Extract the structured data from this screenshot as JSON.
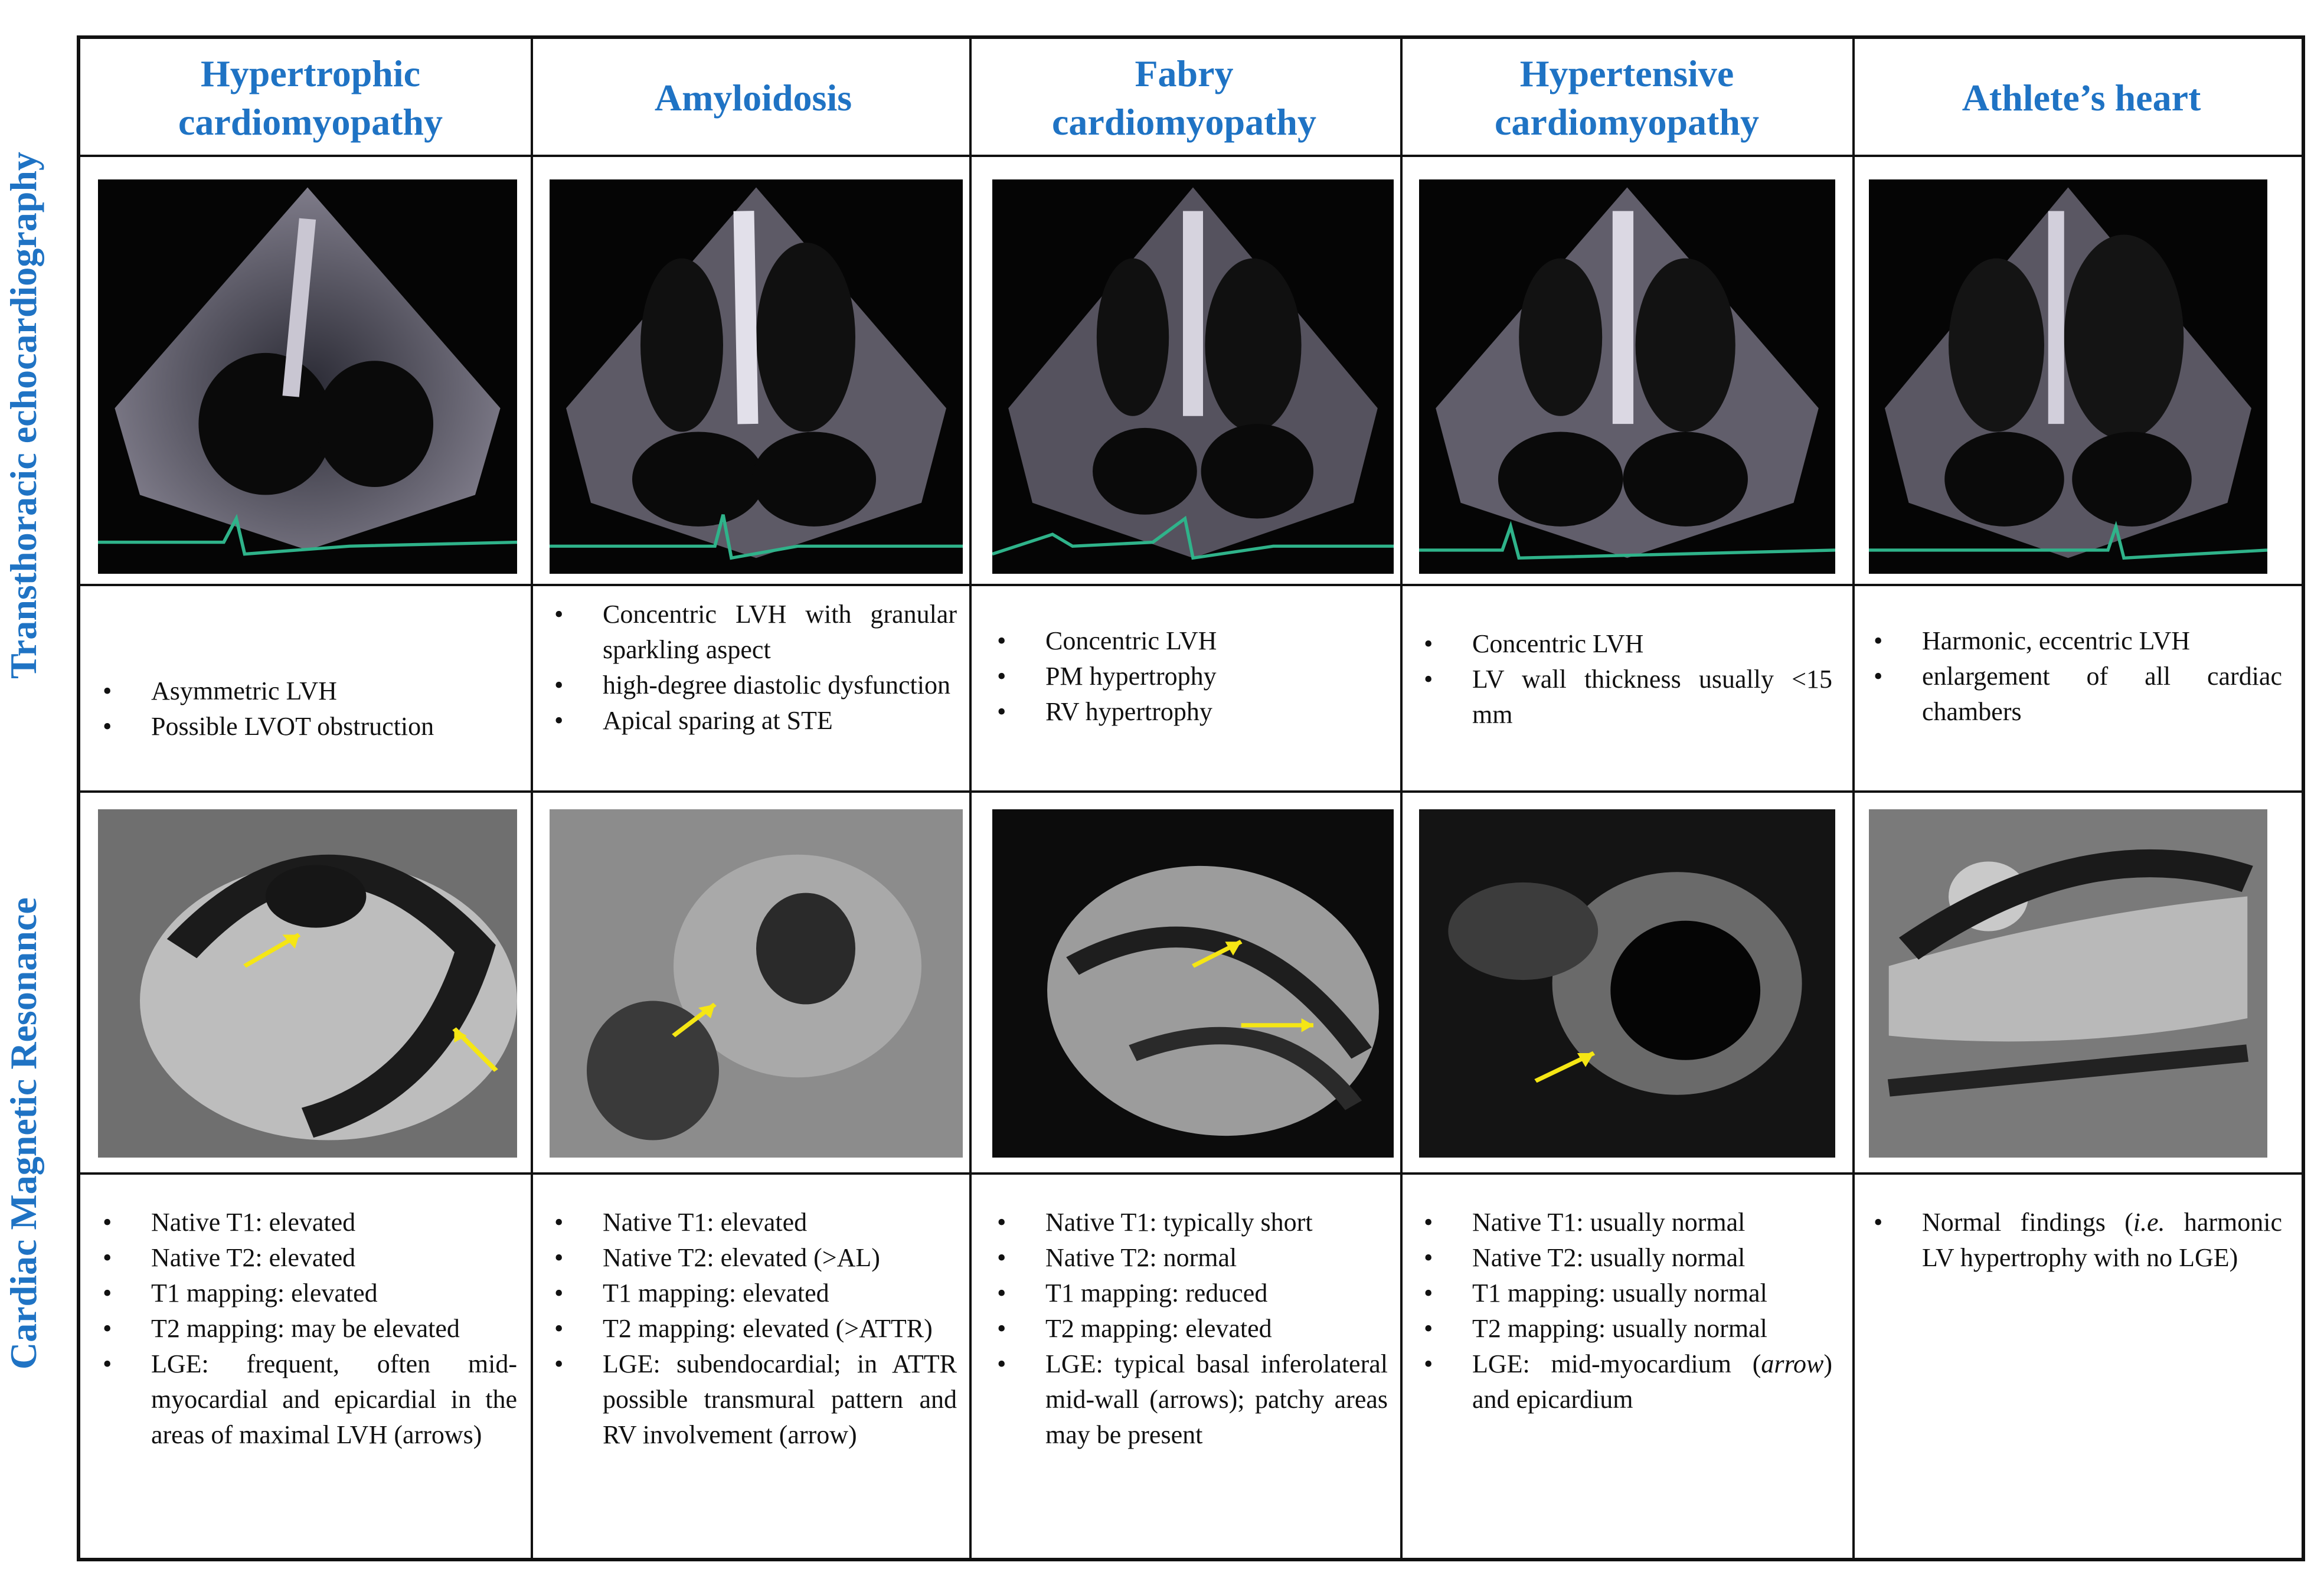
{
  "row_labels": {
    "echo": "Transthoracic echocardiography",
    "cmr": "Cardiac Magnetic Resonance"
  },
  "columns": [
    {
      "title": "Hypertrophic cardiomyopathy",
      "echo_findings": [
        "Asymmetric LVH",
        "Possible LVOT obstruction"
      ],
      "cmr_findings": [
        "Native T1: elevated",
        "Native T2: elevated",
        "T1 mapping: elevated",
        "T2 mapping: may be elevated",
        "LGE: frequent, often mid-myocardial and epicardial in the areas of maximal LVH (arrows)"
      ]
    },
    {
      "title": "Amyloidosis",
      "echo_findings": [
        "Concentric LVH with granular sparkling aspect",
        "high-degree diastolic dysfunction",
        "Apical sparing at STE"
      ],
      "cmr_findings": [
        "Native T1: elevated",
        "Native T2: elevated (>AL)",
        "T1 mapping: elevated",
        "T2 mapping: elevated (>ATTR)",
        "LGE: subendocardial; in ATTR possible transmural pattern and RV involvement (arrow)"
      ]
    },
    {
      "title": "Fabry cardiomyopathy",
      "echo_findings": [
        "Concentric LVH",
        "PM hypertrophy",
        "RV hypertrophy"
      ],
      "cmr_findings": [
        "Native T1: typically short",
        "Native T2: normal",
        "T1 mapping: reduced",
        "T2 mapping: elevated",
        "LGE: typical basal inferolateral mid-wall (arrows); patchy areas may be present"
      ]
    },
    {
      "title": "Hypertensive cardiomyopathy",
      "echo_findings": [
        "Concentric LVH",
        "LV wall thickness usually <15 mm"
      ],
      "cmr_findings": [
        "Native T1: usually normal",
        "Native T2: usually normal",
        "T1 mapping: usually normal",
        "T2 mapping: usually normal",
        "LGE: mid-myocardium",
        "arrow",
        ") and epicardium"
      ]
    },
    {
      "title": "Athlete’s heart",
      "echo_findings": [
        "Harmonic, eccentric LVH",
        "enlargement of all cardiac chambers"
      ],
      "cmr_findings": [
        "Normal findings (",
        "i.e.",
        " harmonic LV hypertrophy with no LGE)"
      ]
    }
  ],
  "colors": {
    "heading": "#1f73c4",
    "arrow": "#f5e614",
    "ecg": "#2fb38a"
  },
  "icons": [
    "arrow-annotation-icon"
  ]
}
